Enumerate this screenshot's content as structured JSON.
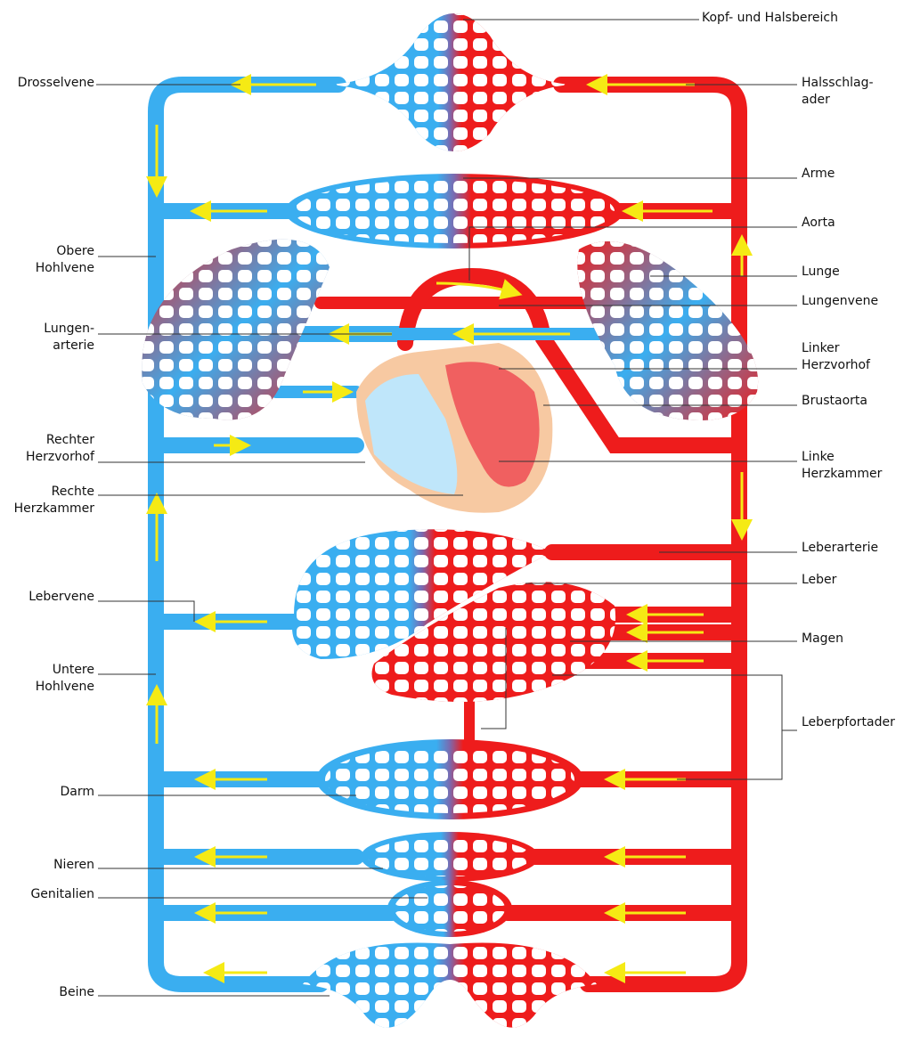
{
  "colors": {
    "vein": "#3aaef0",
    "artery": "#ee1c1c",
    "flow_arrow": "#f5ea14",
    "heart_skin": "#f7c9a2"
  },
  "labels": {
    "left": {
      "drosselvene": "Drosselvene",
      "obere_hohlvene": "Obere\nHohlvene",
      "lungenarterie": "Lungen-\narterie",
      "rechter_herzvorhof": "Rechter\nHerzvorhof",
      "rechte_herzkammer": "Rechte\nHerzkammer",
      "lebervene": "Lebervene",
      "untere_hohlvene": "Untere\nHohlvene",
      "darm": "Darm",
      "nieren": "Nieren",
      "genitalien": "Genitalien",
      "beine": "Beine"
    },
    "right": {
      "kopf": "Kopf- und Halsbereich",
      "halsschlagader": "Halsschlag-\nader",
      "arme": "Arme",
      "aorta": "Aorta",
      "lunge": "Lunge",
      "lungenvene": "Lungenvene",
      "linker_herzvorhof": "Linker\nHerzvorhof",
      "brustaorta": "Brustaorta",
      "linke_herzkammer": "Linke\nHerzkammer",
      "leberarterie": "Leberarterie",
      "leber": "Leber",
      "magen": "Magen",
      "leberpfortader": "Leberpfortader"
    }
  }
}
